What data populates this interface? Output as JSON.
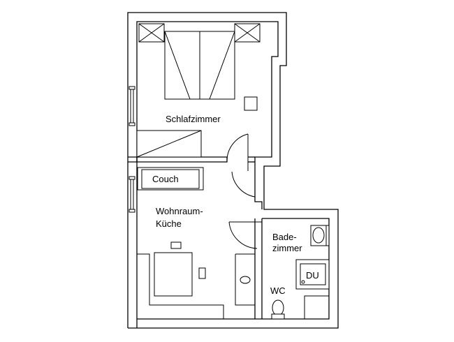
{
  "rooms": {
    "schlafzimmer": "Schlafzimmer",
    "wohnraum_line1": "Wohnraum-",
    "wohnraum_line2": "Küche",
    "bad_line1": "Bade-",
    "bad_line2": "zimmer",
    "wc": "WC"
  },
  "furniture": {
    "couch": "Couch",
    "shower": "DU"
  }
}
